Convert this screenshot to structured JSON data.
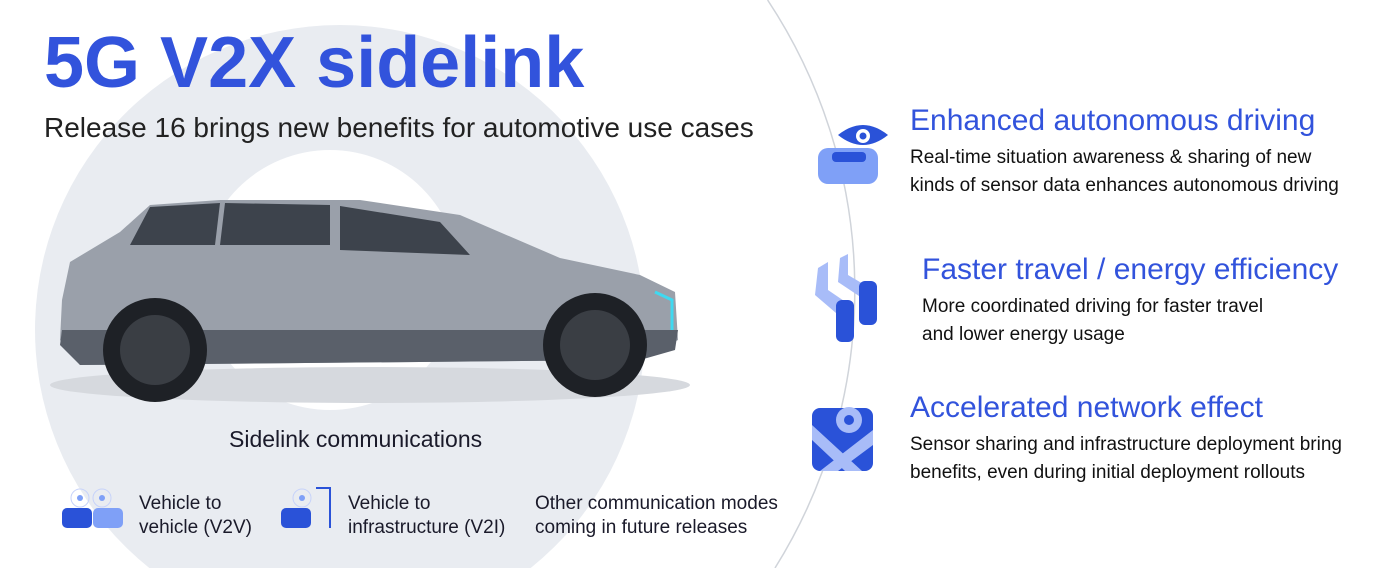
{
  "title": "5G V2X sidelink",
  "subtitle": "Release 16 brings new benefits for automotive use cases",
  "sidelink_label": "Sidelink communications",
  "modes": [
    {
      "icon": "v2v-cars-icon",
      "line1": "Vehicle to",
      "line2": "vehicle (V2V)"
    },
    {
      "icon": "v2i-car-streetlight-icon",
      "line1": "Vehicle to",
      "line2": "infrastructure (V2I)"
    },
    {
      "line1": "Other communication modes",
      "line2": "coming in future releases"
    }
  ],
  "benefits": [
    {
      "icon": "car-eye-icon",
      "heading": "Enhanced autonomous driving",
      "line1": "Real-time situation awareness & sharing of new",
      "line2": "kinds of sensor data enhances autonomous driving"
    },
    {
      "icon": "cars-lanes-icon",
      "heading": "Faster travel / energy efficiency",
      "line1": "More coordinated driving for faster travel",
      "line2": "and lower energy usage"
    },
    {
      "icon": "map-pin-icon",
      "heading": "Accelerated network effect",
      "line1": "Sensor sharing and infrastructure deployment bring",
      "line2": "benefits, even during initial deployment rollouts"
    }
  ],
  "colors": {
    "accent": "#3253dc",
    "light": "#8aa6f5",
    "bg": "#e9ecf1"
  }
}
